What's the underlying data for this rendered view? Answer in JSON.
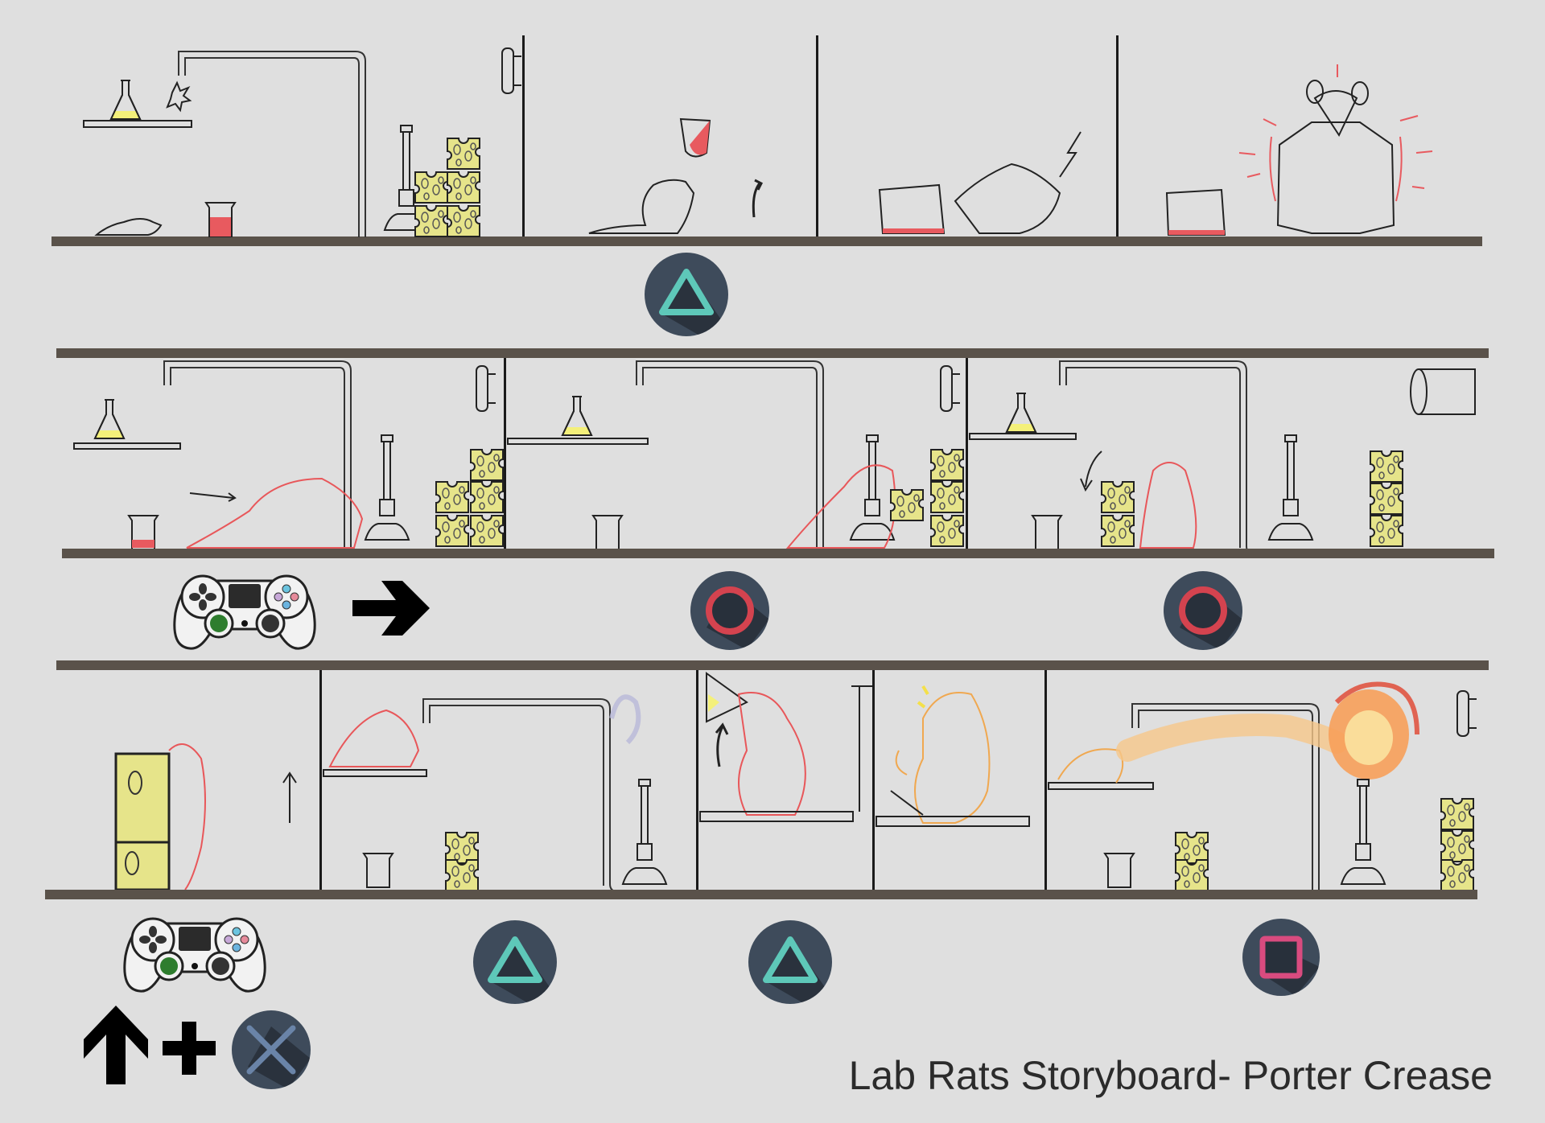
{
  "title": "Lab Rats Storyboard- Porter Crease",
  "colors": {
    "background": "#dfdfdf",
    "shelf": "#5a524a",
    "button_bg": "#3e4b5b",
    "button_shadow": "#2a323d",
    "triangle": "#5ec8b9",
    "circle": "#d4434f",
    "square": "#d94b7f",
    "cross": "#6a84a8",
    "cheese": "#e6e48a",
    "liquid_red": "#e85a5f",
    "liquid_yellow": "#f4f07a",
    "rat_red": "#e8575a",
    "rat_orange": "#f0a850",
    "fire": "#f07a3a"
  },
  "rows": [
    {
      "id": "row-1",
      "panels": [
        {
          "id": "1a",
          "description": "Lab setup: rat on counter, beaker of red liquid, flask on shelf, valve pipe, bunsen burner, stacked cheese"
        },
        {
          "id": "1b",
          "description": "Rat drinks red liquid from beaker"
        },
        {
          "id": "1c",
          "description": "Rat reacts, spilling beaker"
        },
        {
          "id": "1d",
          "description": "Rat transforms into muscular rat"
        }
      ],
      "prompts": [
        {
          "type": "button",
          "icon": "triangle-button-icon",
          "label": "Triangle"
        }
      ]
    },
    {
      "id": "row-2",
      "panels": [
        {
          "id": "2a",
          "description": "Red muscular rat walks right toward cheese"
        },
        {
          "id": "2b",
          "description": "Rat lifts cheese block"
        },
        {
          "id": "2c",
          "description": "Rat places cheese to build stairs"
        }
      ],
      "prompts": [
        {
          "type": "controller",
          "icon": "gamepad-icon",
          "label": "Move"
        },
        {
          "type": "arrow",
          "icon": "arrow-right-icon",
          "label": "Right"
        },
        {
          "type": "button",
          "icon": "circle-button-icon",
          "label": "Circle"
        },
        {
          "type": "button",
          "icon": "circle-button-icon",
          "label": "Circle"
        }
      ]
    },
    {
      "id": "row-3",
      "panels": [
        {
          "id": "3a",
          "description": "Rat climbs cheese stack"
        },
        {
          "id": "3b",
          "description": "Rat turns valve; gas released"
        },
        {
          "id": "3c",
          "description": "Rat drinks yellow flask"
        },
        {
          "id": "3d",
          "description": "Rat transforms (orange)"
        },
        {
          "id": "3e",
          "description": "Rat breathes fire igniting burner and vent"
        }
      ],
      "prompts": [
        {
          "type": "controller",
          "icon": "gamepad-icon",
          "label": "Move"
        },
        {
          "type": "button",
          "icon": "triangle-button-icon",
          "label": "Triangle"
        },
        {
          "type": "button",
          "icon": "triangle-button-icon",
          "label": "Triangle"
        },
        {
          "type": "button",
          "icon": "square-button-icon",
          "label": "Square"
        }
      ],
      "combo": [
        {
          "icon": "arrow-up-icon",
          "label": "Up"
        },
        {
          "icon": "plus-icon",
          "label": "+"
        },
        {
          "icon": "cross-button-icon",
          "label": "Cross"
        }
      ]
    }
  ]
}
